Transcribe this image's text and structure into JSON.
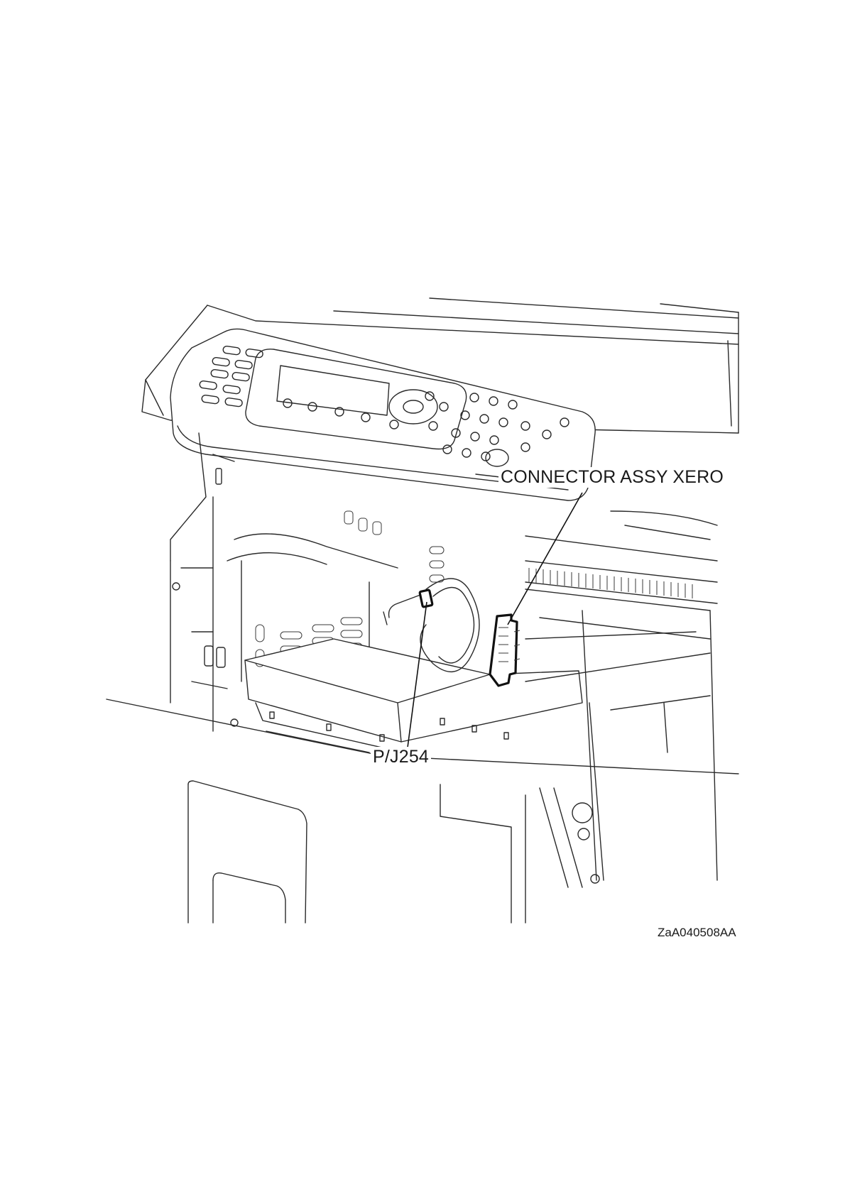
{
  "callouts": {
    "connector_assy": "CONNECTOR ASSY XERO",
    "pj254": "P/J254"
  },
  "figure_id": "ZaA040508AA"
}
